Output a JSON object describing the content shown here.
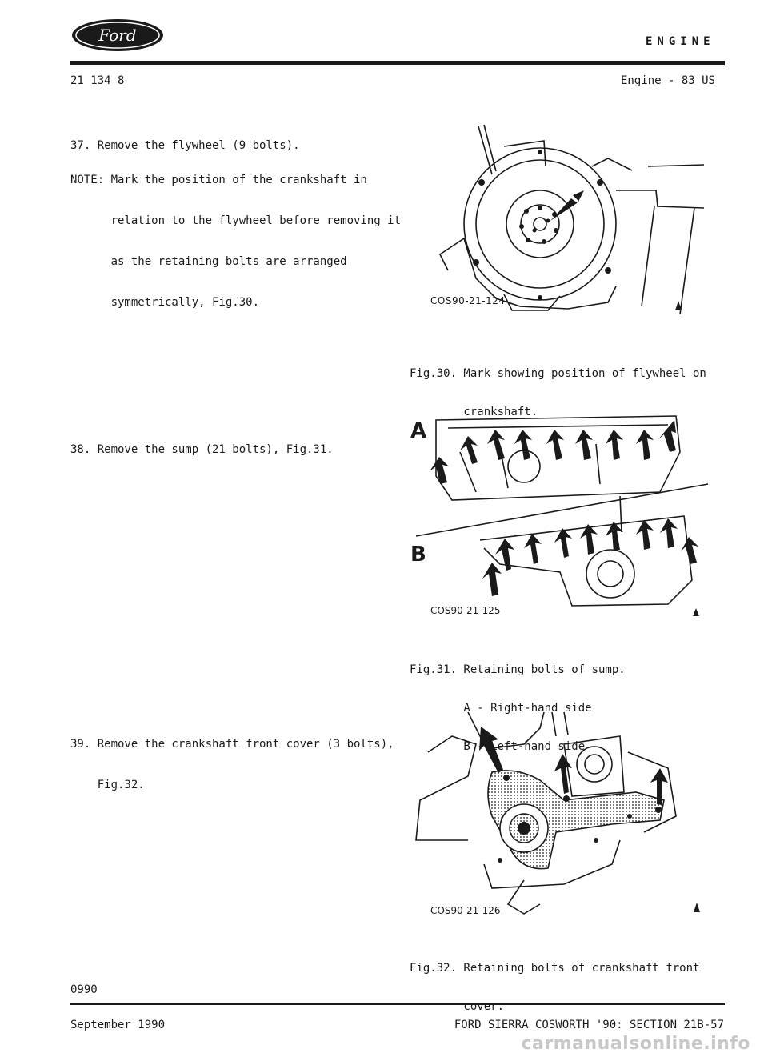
{
  "header": {
    "logo_text": "Ford",
    "section": "ENGINE",
    "page_ref": "21 134 8",
    "engine": "Engine - 83 US"
  },
  "steps": [
    {
      "lines": [
        "37. Remove the flywheel (9 bolts)."
      ]
    },
    {
      "lines": [
        "NOTE: Mark the position of the crankshaft in",
        "      relation to the flywheel before removing it",
        "      as the retaining bolts are arranged",
        "      symmetrically, Fig.30."
      ]
    },
    {
      "lines": [
        "38. Remove the sump (21 bolts), Fig.31."
      ]
    },
    {
      "lines": [
        "39. Remove the crankshaft front cover (3 bolts),",
        "    Fig.32."
      ]
    }
  ],
  "figures": [
    {
      "code": "COS90-21-124",
      "caption": [
        "Fig.30. Mark showing position of flywheel on",
        "        crankshaft."
      ]
    },
    {
      "code": "COS90-21-125",
      "label_a": "A",
      "label_b": "B",
      "caption": [
        "Fig.31. Retaining bolts of sump.",
        "        A - Right-hand side",
        "        B - Left-hand side"
      ]
    },
    {
      "code": "COS90-21-126",
      "caption": [
        "Fig.32. Retaining bolts of crankshaft front",
        "        cover."
      ]
    }
  ],
  "footer": {
    "code": "0990",
    "date": "September 1990",
    "title": "FORD SIERRA COSWORTH '90: SECTION 21B-57"
  },
  "watermark": "carmanualsonline.info",
  "colors": {
    "ink": "#1a1a1a",
    "logo_fill": "#1a1a1a",
    "logo_text": "#ffffff",
    "watermark": "#c8c8c8"
  }
}
